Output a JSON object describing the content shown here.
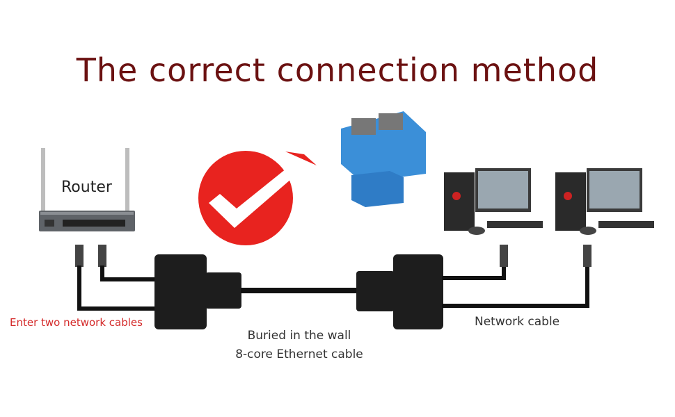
{
  "title": "The correct connection method",
  "labels": {
    "router": "Router",
    "enter": "Enter two network cables",
    "buried_line1": "Buried in the wall",
    "buried_line2": "8-core Ethernet cable",
    "network": "Network cable"
  },
  "colors": {
    "title": "#6b1111",
    "enter_text": "#d42a2a",
    "check_red": "#e8231f",
    "adapter_blue": "#3b8fd8",
    "cable": "#111111"
  },
  "icons": [
    "router-icon",
    "check-mark-icon",
    "blue-splitter-icon",
    "desktop-computer-icon"
  ]
}
